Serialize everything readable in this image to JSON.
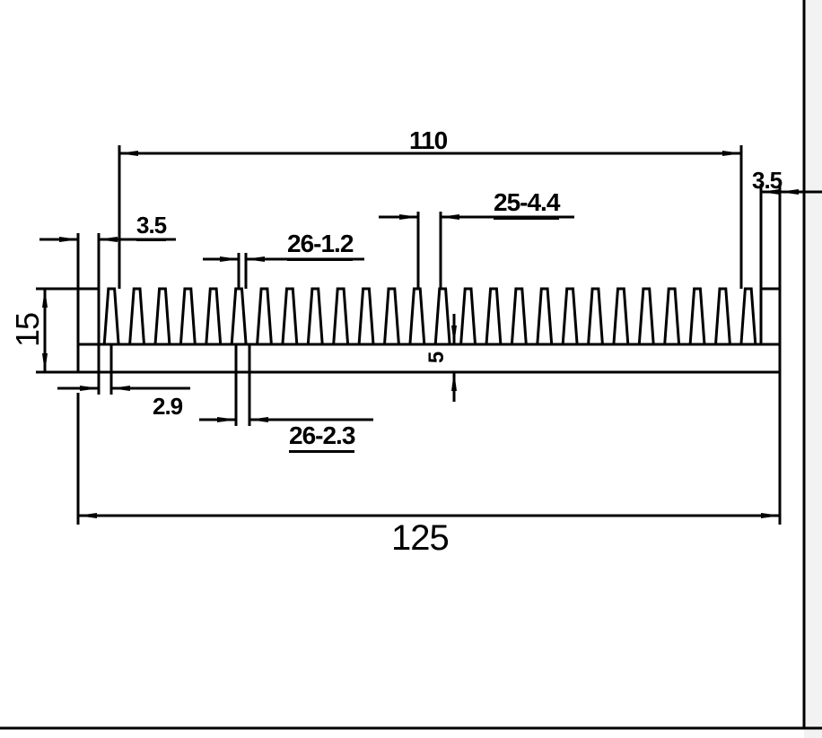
{
  "colors": {
    "line": "#000000",
    "background": "#ffffff",
    "right_margin": "#f2f2f2"
  },
  "dimensions": {
    "overall_width": "125",
    "inner_fin_span": "110",
    "edge_wall_left": "3.5",
    "edge_wall_right": "3.5",
    "fin_tip_thickness": "26-1.2",
    "fin_root_thickness": "26-2.3",
    "fin_pitch": "25-4.4",
    "overall_height": "15",
    "base_thickness": "5",
    "side_gap": "2.9"
  },
  "profile": {
    "fin_count": 26
  }
}
